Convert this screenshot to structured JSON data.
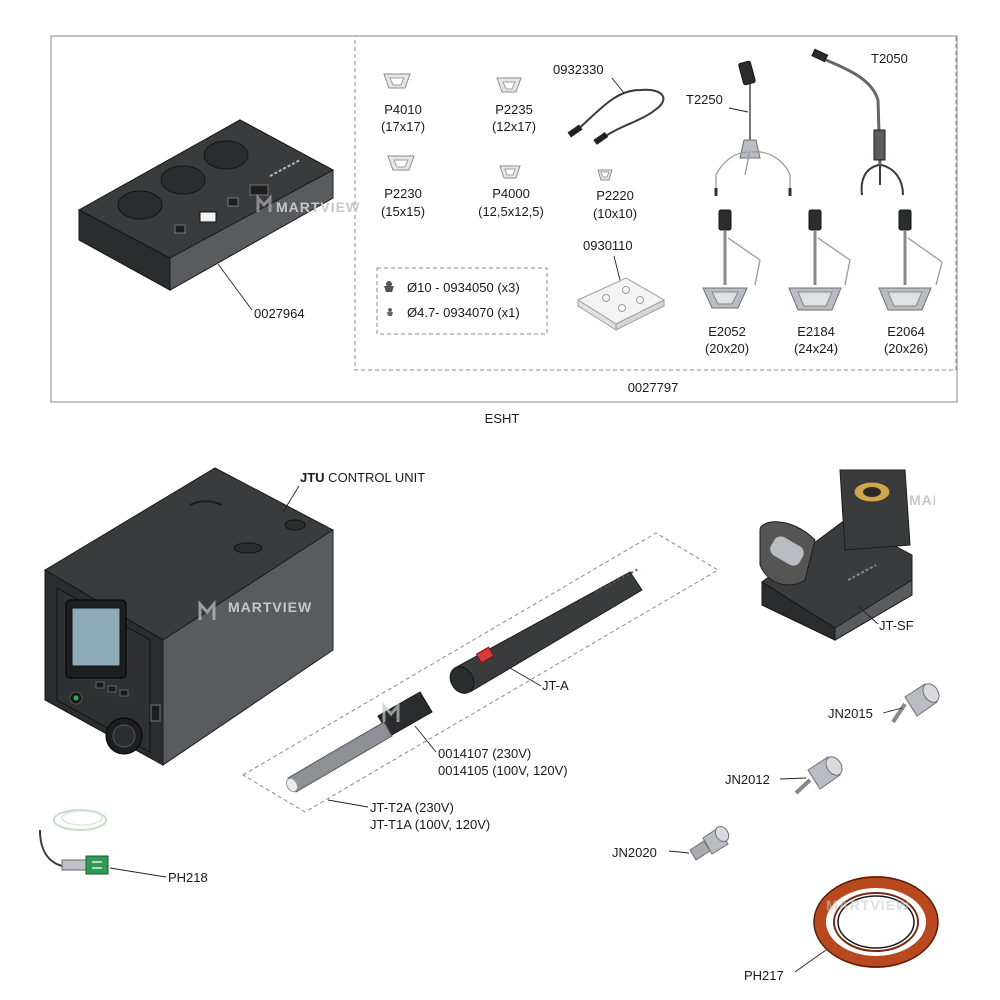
{
  "kit": {
    "name": "ESHT",
    "top_unit": "0027964",
    "accessory_set": "0027797"
  },
  "nozzles": [
    {
      "code": "P4010",
      "size": "(17x17)"
    },
    {
      "code": "P2235",
      "size": "(12x17)"
    },
    {
      "code": "P2230",
      "size": "(15x15)"
    },
    {
      "code": "P4000",
      "size": "(12,5x12,5)"
    },
    {
      "code": "P2220",
      "size": "(10x10)"
    }
  ],
  "cable": "0932330",
  "tray": "0930110",
  "suction_cups": [
    {
      "text": "Ø10 - 0934050 (x3)"
    },
    {
      "text": "Ø4.7- 0934070 (x1)"
    }
  ],
  "holders": [
    {
      "code": "T2250"
    },
    {
      "code": "T2050"
    }
  ],
  "extractors": [
    {
      "code": "E2052",
      "size": "(20x20)"
    },
    {
      "code": "E2184",
      "size": "(24x24)"
    },
    {
      "code": "E2064",
      "size": "(20x26)"
    }
  ],
  "control_unit": {
    "bold": "JTU",
    "rest": " CONTROL UNIT"
  },
  "stand": "JT-SF",
  "handle": "JT-A",
  "heater": {
    "line1": "0014107 (230V)",
    "line2": "0014105 (100V, 120V)"
  },
  "tool": {
    "line1": "JT-T2A (230V)",
    "line2": "JT-T1A (100V, 120V)"
  },
  "jet_nozzles": [
    "JN2015",
    "JN2012",
    "JN2020"
  ],
  "thermocouple": "PH218",
  "tape": "PH217",
  "watermark": "MARTVIEW"
}
